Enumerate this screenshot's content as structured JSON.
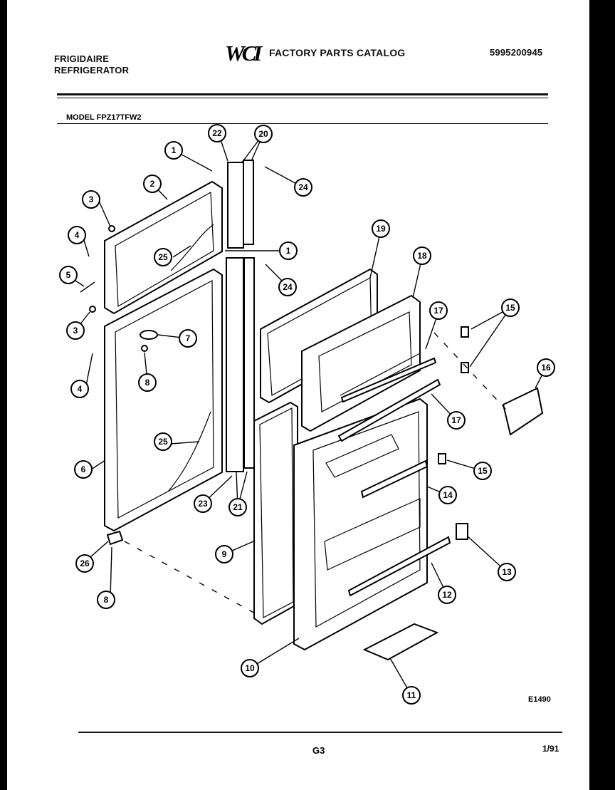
{
  "header": {
    "brand_line1": "FRIGIDAIRE",
    "brand_line2": "REFRIGERATOR",
    "logo_text": "WCI",
    "catalog_title": "FACTORY PARTS CATALOG",
    "part_number": "5995200945"
  },
  "model_label": "MODEL FPZ17TFW2",
  "diagram": {
    "reference_code": "E1490",
    "callouts": [
      "1",
      "2",
      "3",
      "4",
      "5",
      "3",
      "4",
      "6",
      "7",
      "8",
      "25",
      "8",
      "26",
      "22",
      "20",
      "24",
      "1",
      "24",
      "25",
      "23",
      "21",
      "9",
      "10",
      "19",
      "18",
      "17",
      "15",
      "15",
      "16",
      "17",
      "15",
      "14",
      "13",
      "12",
      "11"
    ]
  },
  "footer": {
    "page_code": "G3",
    "date": "1/91"
  }
}
